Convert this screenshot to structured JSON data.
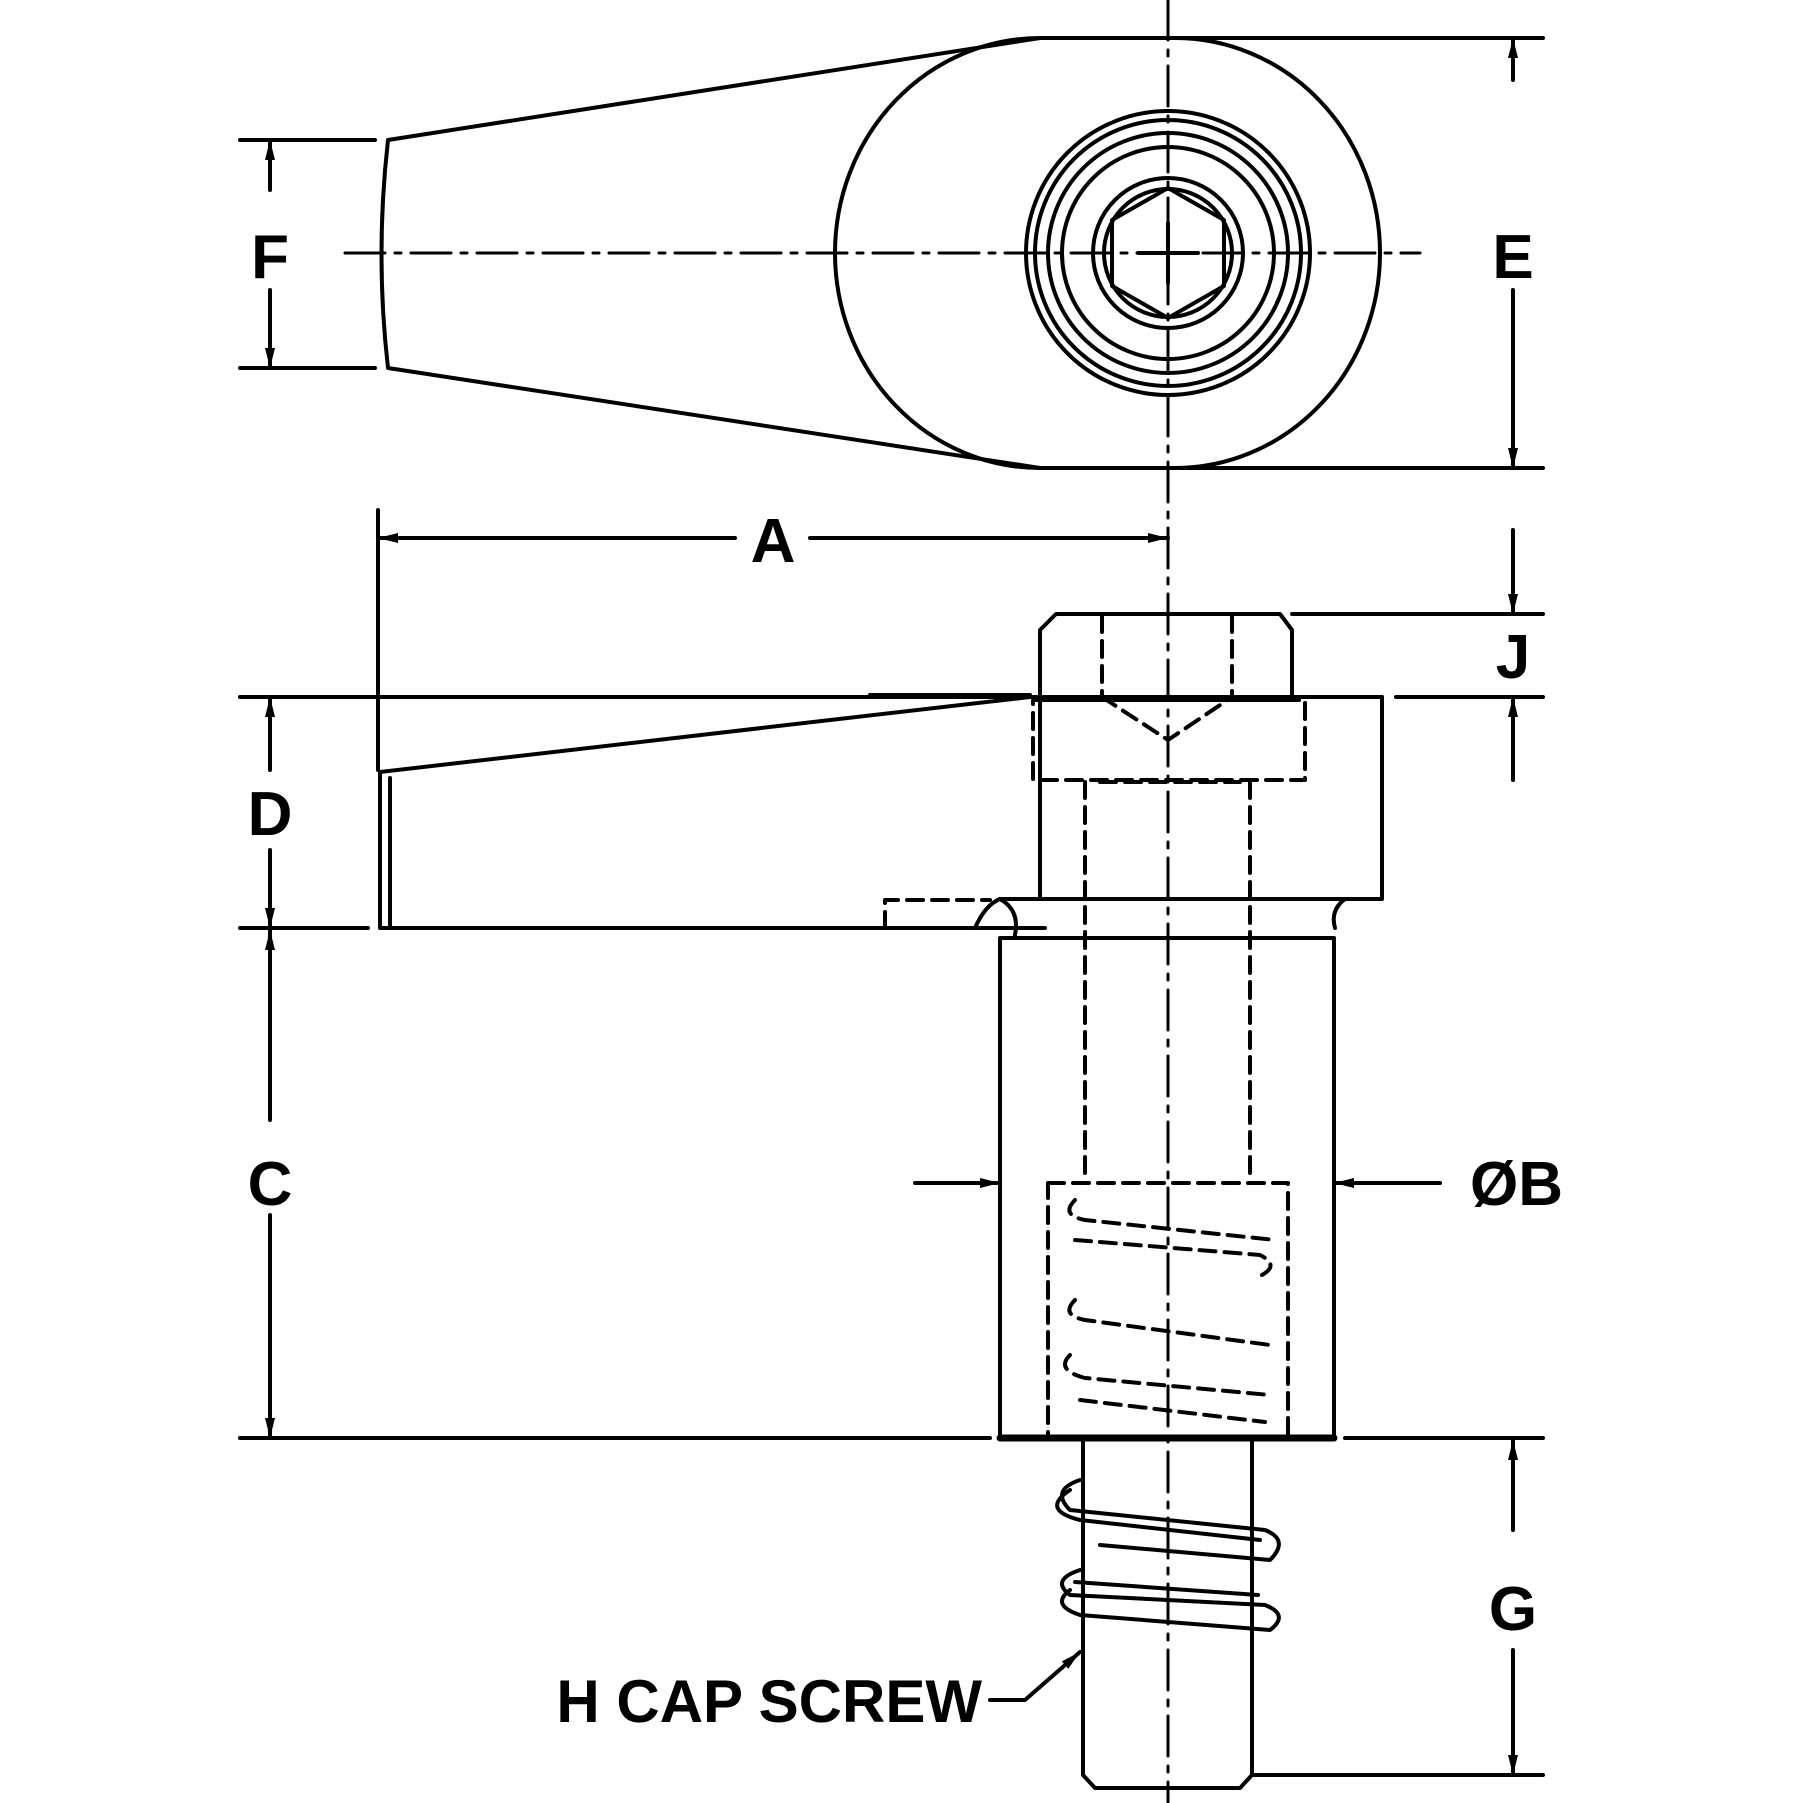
{
  "drawing": {
    "title": "",
    "stroke_color": "#000000",
    "background_color": "#ffffff"
  },
  "dimensions": {
    "a": "A",
    "b": "ØB",
    "c": "C",
    "d": "D",
    "e": "E",
    "f": "F",
    "g": "G",
    "j": "J"
  },
  "callouts": {
    "cap_screw": "H CAP SCREW"
  }
}
